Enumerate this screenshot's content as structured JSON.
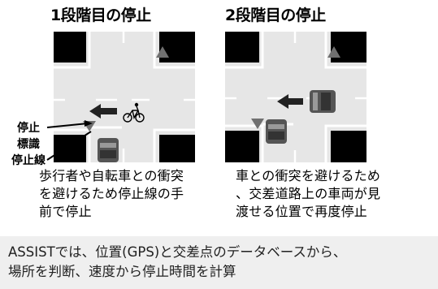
{
  "stage1": {
    "title": "1段階目の停止",
    "sign_labels": [
      "停止",
      "標識",
      "停止線"
    ],
    "caption": [
      "歩行者や自転車との衝突",
      "を避けるため停止線の手",
      "前で停止"
    ]
  },
  "stage2": {
    "title": "2段階目の停止",
    "caption": [
      "車との衝突を避けるため",
      "、交差道路上の車両が見",
      "渡せる位置で再度停止"
    ]
  },
  "note": {
    "lines": [
      "ASSISTでは、位置(GPS)と交差点のデータベースから、",
      "場所を判断、速度から停止時間を計算"
    ]
  },
  "colors": {
    "block": "#000000",
    "road": "#e6e6e6",
    "sign": "#707070",
    "arrow": "#222222",
    "note_bg": "#efefef"
  },
  "icons": [
    "bicycle-icon",
    "car-icon",
    "stop-sign-icon",
    "arrow-icon"
  ]
}
